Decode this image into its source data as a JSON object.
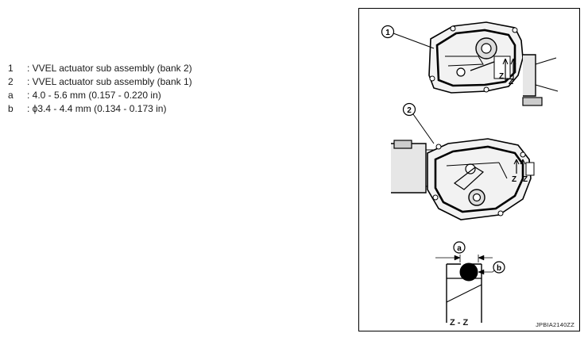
{
  "legend": {
    "items": [
      {
        "key": "1",
        "text": ": VVEL actuator sub assembly (bank 2)"
      },
      {
        "key": "2",
        "text": ": VVEL actuator sub assembly (bank 1)"
      },
      {
        "key": "a",
        "text": ": 4.0 - 5.6 mm (0.157 - 0.220 in)"
      },
      {
        "key": "b",
        "text": ": ϕ3.4 - 4.4 mm (0.134 - 0.173 in)"
      }
    ]
  },
  "figure": {
    "callouts": {
      "c1": "1",
      "c2": "2",
      "ca": "a",
      "cb": "b"
    },
    "section_marks": {
      "z1a": "Z",
      "z1b": "Z",
      "z2a": "Z",
      "z2b": "Z"
    },
    "section_label": "Z - Z",
    "id": "JPBIA2140ZZ"
  }
}
